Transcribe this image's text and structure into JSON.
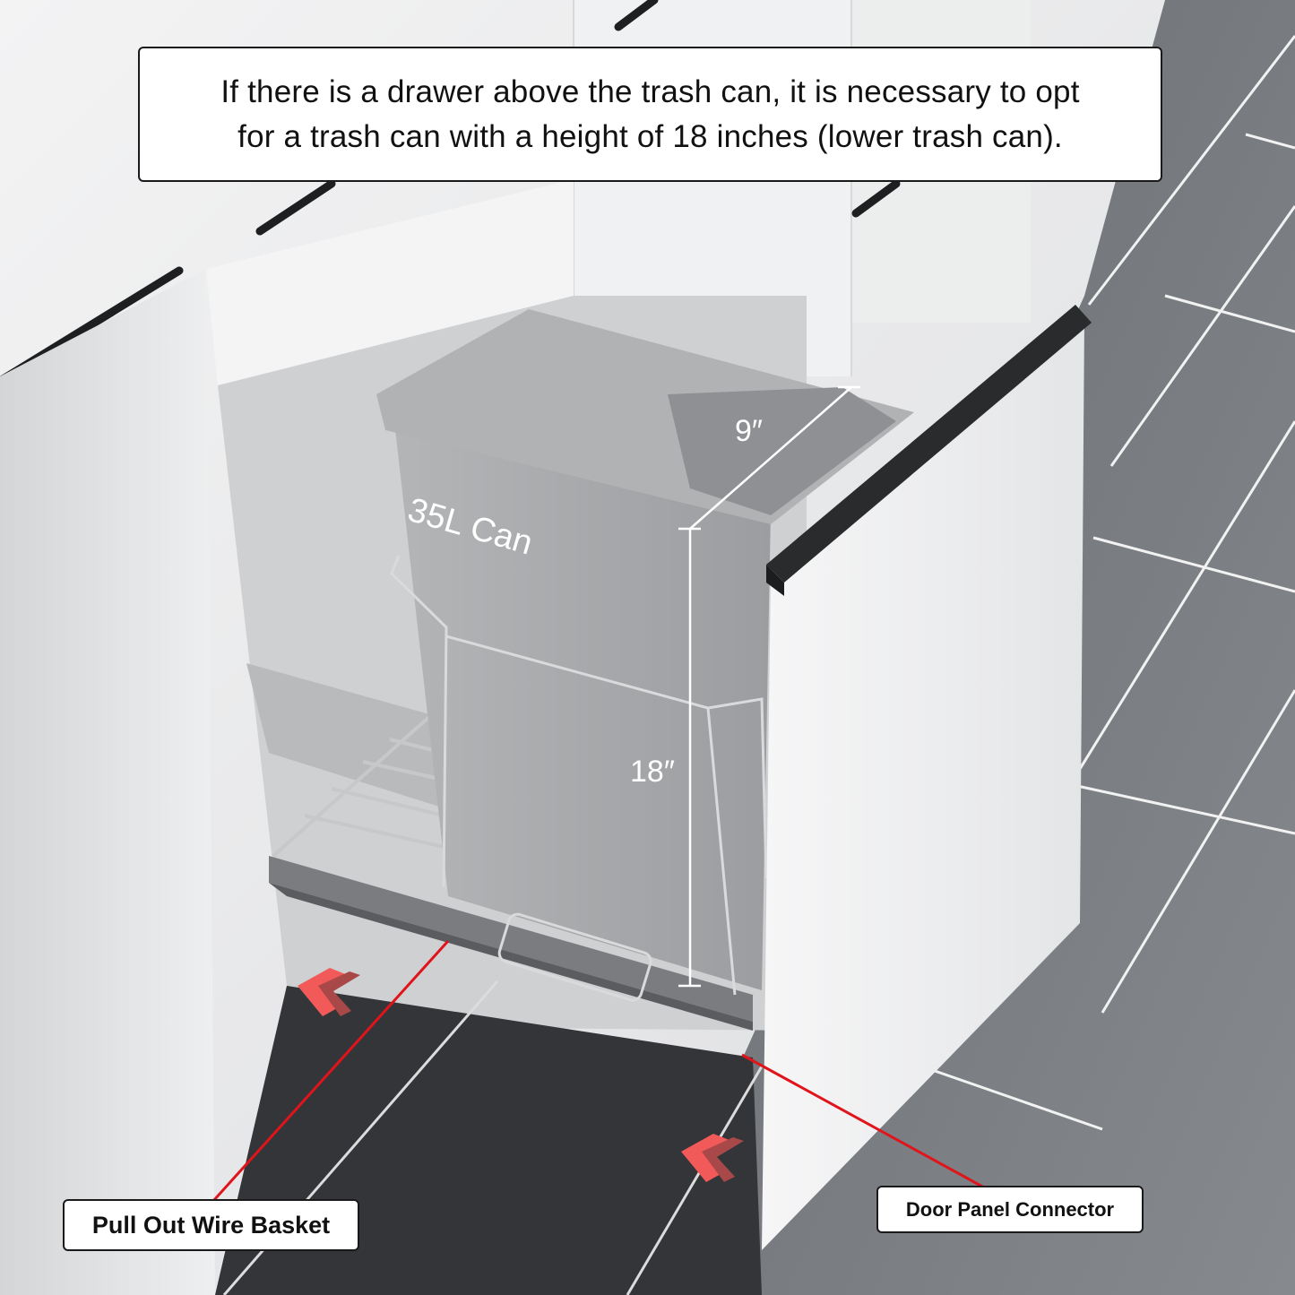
{
  "note": {
    "line1": "If there is a drawer above the trash can, it is necessary to opt",
    "line2": "for a trash can with a height of 18 inches (lower trash can)."
  },
  "product": {
    "can_label": "35L Can",
    "width_dimension": "9″",
    "height_dimension": "18″"
  },
  "callouts": {
    "basket": "Pull Out Wire Basket",
    "connector": "Door Panel Connector"
  },
  "icons": {
    "arrow_left": "double-chevron-left-icon",
    "arrow_right": "double-chevron-left-icon"
  },
  "colors": {
    "accent_red": "#e0141b",
    "chevron_light": "#f25a5a",
    "chevron_dark": "#a84848",
    "floor_dark": "#333538",
    "floor_tile": "#7b7e82",
    "cabinet_white": "#f2f3f4",
    "can_gray": "#a8a9ab",
    "handle_black": "#2a2b2d"
  }
}
